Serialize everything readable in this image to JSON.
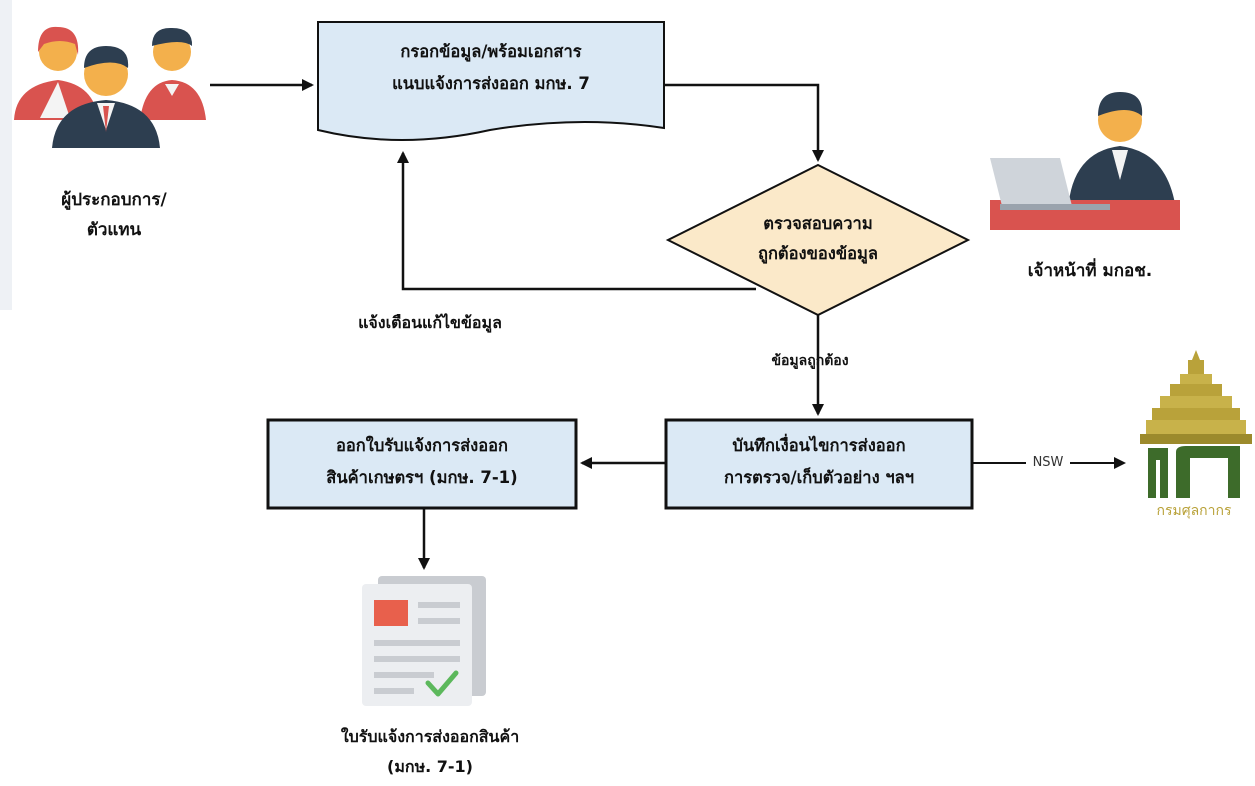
{
  "actors": {
    "operator": {
      "icon": "business-people-icon",
      "label_line1": "ผู้ประกอบการ/",
      "label_line2": "ตัวแทน"
    },
    "officer": {
      "icon": "officer-at-laptop-icon",
      "label": "เจ้าหน้าที่ มกอช."
    },
    "customs": {
      "icon": "customs-department-logo",
      "label": "กรมศุลกากร",
      "emblem_text": "ม"
    }
  },
  "steps": {
    "fill_form": {
      "line1": "กรอกข้อมูล/พร้อมเอกสาร",
      "line2": "แนบแจ้งการส่งออก มกษ. 7"
    },
    "verify": {
      "line1": "ตรวจสอบความ",
      "line2": "ถูกต้องของข้อมูล"
    },
    "record": {
      "line1": "บันทึกเงื่อนไขการส่งออก",
      "line2": "การตรวจ/เก็บตัวอย่าง ฯลฯ"
    },
    "issue": {
      "line1": "ออกใบรับแจ้งการส่งออก",
      "line2": "สินค้าเกษตรฯ (มกษ. 7-1)"
    }
  },
  "edges": {
    "fix_notice": "แจ้งเตือนแก้ไขข้อมูล",
    "data_correct": "ข้อมูลถูกต้อง",
    "nsw": "NSW"
  },
  "output": {
    "icon": "approved-document-icon",
    "line1": "ใบรับแจ้งการส่งออกสินค้า",
    "line2": "(มกษ. 7-1)"
  },
  "colors": {
    "process_fill": "#dbe9f5",
    "decision_fill": "#fbe9c9",
    "stroke": "#111111",
    "people_suit": "#2d3e50",
    "people_red": "#d9534f",
    "customs_gold": "#b9a23a",
    "customs_green": "#3d6b2a"
  }
}
